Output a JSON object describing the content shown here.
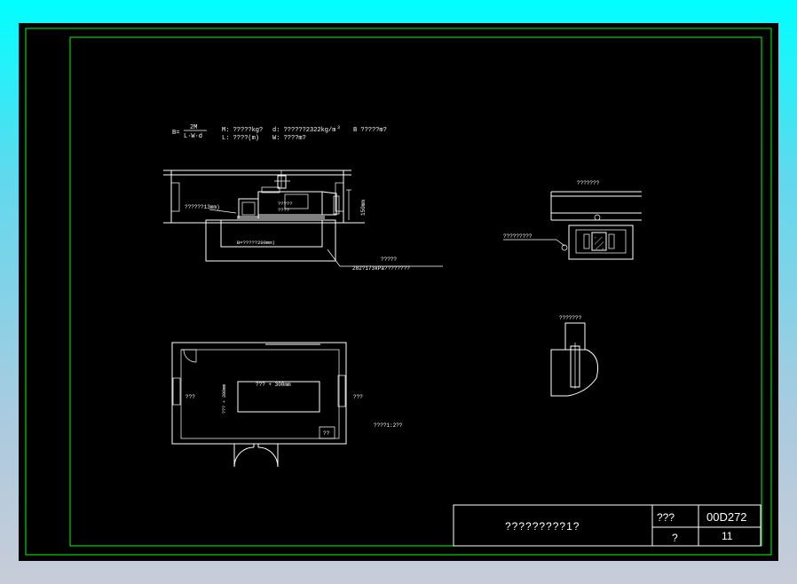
{
  "colors": {
    "background": "#000000",
    "frame": "#00ff00",
    "lines": "#ffffff",
    "outer": "#00ffff"
  },
  "formula": {
    "lhs": "B=",
    "numerator": "2M",
    "denominator": "L·W·d",
    "m_def": "M: ?????kg?",
    "l_def": "L: ????(m)",
    "d_def": "d: ??????2322kg/m",
    "d_exp": "3",
    "w_def": "W: ????m?",
    "b_def": "B ?????m?"
  },
  "section": {
    "gap_label": "??????13mm)",
    "machine_label": "?????",
    "machine_label2": "????",
    "height_label": "150mm",
    "depth_label": "B=?????200mm)",
    "soil_label": "?????",
    "pressure_label": "282?173kPa????????"
  },
  "plan": {
    "wall_left_label": "???",
    "wall_right_label": "???",
    "pad_label": "??? + 300mm",
    "pad_side_label": "??? + 300mm",
    "corner_label": "??",
    "scale_label": "????1:2??"
  },
  "detail1": {
    "title": "???????",
    "label": "?????????"
  },
  "detail2": {
    "title": "???????"
  },
  "title_block": {
    "drawing_title": "?????????1?",
    "label_atlas": "???",
    "atlas_no": "00D272",
    "label_page": "?",
    "page_no": "11"
  }
}
